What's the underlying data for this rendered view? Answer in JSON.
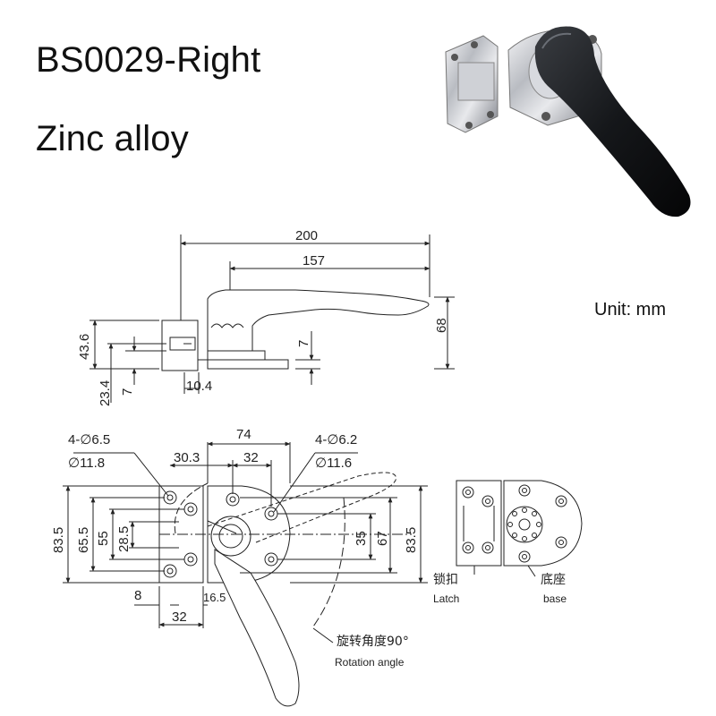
{
  "header": {
    "model": "BS0029-Right",
    "material": "Zinc alloy",
    "unit": "Unit: mm"
  },
  "side_view": {
    "dims": {
      "total_length": "200",
      "handle_length": "157",
      "height": "43.6",
      "handle_height": "68",
      "base_height": "23.4",
      "plate_thickness": "7",
      "latch_offset": "7",
      "latch_width": "10.4"
    }
  },
  "top_view": {
    "dims": {
      "latch_holes": "4-∅6.5",
      "latch_counterbore": "∅11.8",
      "base_holes": "4-∅6.2",
      "base_counterbore": "∅11.6",
      "base_width": "74",
      "offset_30": "30.3",
      "hole_spacing_top": "32",
      "h_83_left": "83.5",
      "h_65": "65.5",
      "h_55": "55",
      "h_28": "28.5",
      "h_35": "35",
      "h_67": "67",
      "h_83_right": "83.5",
      "w_8": "8",
      "w_16": "16.5",
      "w_32_bottom": "32"
    },
    "rotation_cn": "旋转角度90°",
    "rotation_en": "Rotation angle"
  },
  "legend": {
    "latch_cn": "锁扣",
    "latch_en": "Latch",
    "base_cn": "底座",
    "base_en": "base"
  },
  "photo": {
    "subject": "chrome-latch-with-black-handle"
  }
}
